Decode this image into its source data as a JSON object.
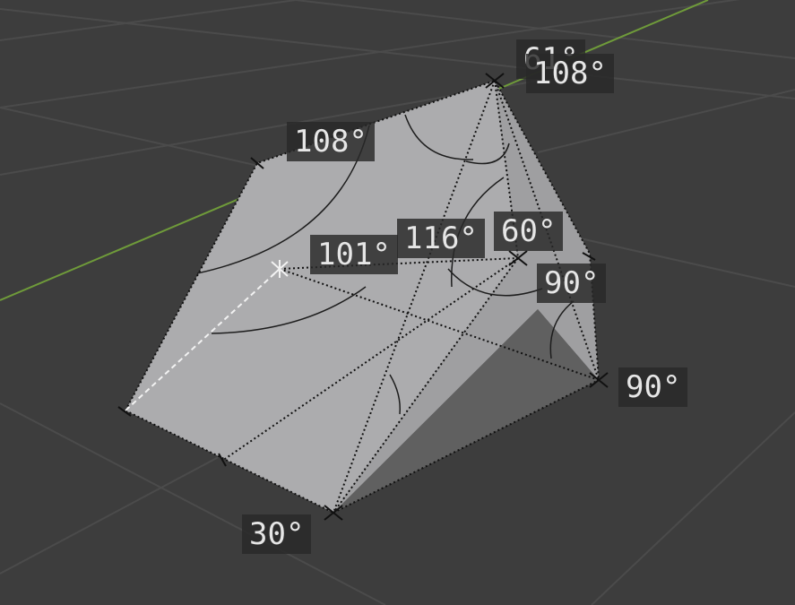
{
  "viewport": {
    "background": "#3d3d3d",
    "grid_color": "#4a4a4a",
    "axis_color": "#6f9b3a",
    "face_light": "#a9a9ab",
    "face_shadow": "#5c5c5c"
  },
  "angle_labels": [
    "61°",
    "108°",
    "108°",
    "116°",
    "60°",
    "101°",
    "90°",
    "90°",
    "30°"
  ],
  "vertex_marker": "cross-icon"
}
